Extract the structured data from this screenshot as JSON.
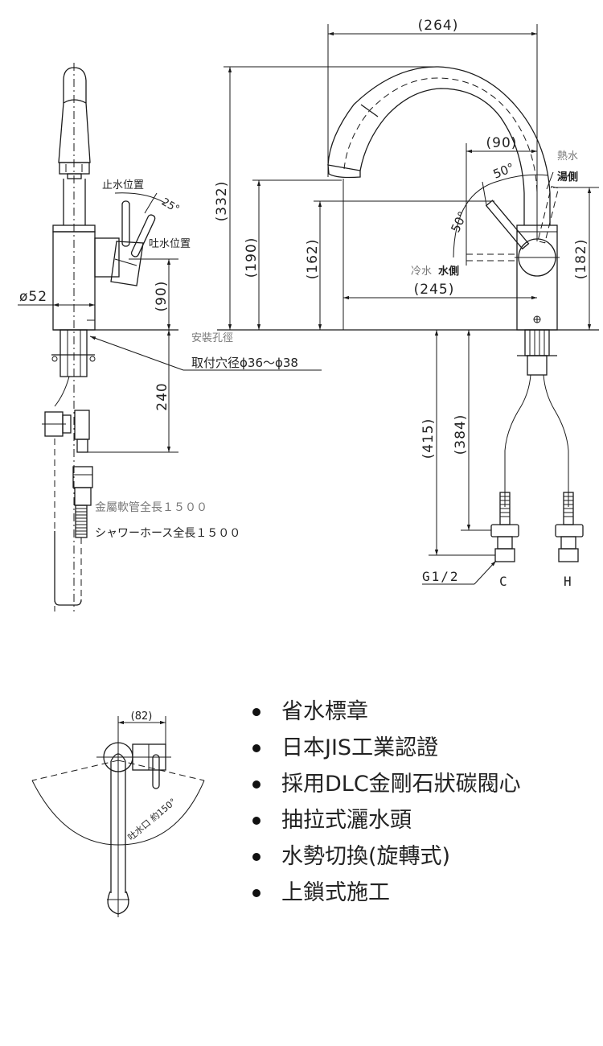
{
  "side_view": {
    "label_stop_position": "止水位置",
    "label_spout_position": "吐水位置",
    "lever_angle": "25°",
    "dim_body_diameter": "ø52",
    "dim_lever_height": "(90)",
    "dim_supply_length": "240",
    "label_mount_hole_gray": "安裝孔徑",
    "label_mount_hole": "取付穴径ϕ36～ϕ38",
    "label_hose_gray": "金屬軟管全長１５００",
    "label_hose": "シャワーホース全長１５００"
  },
  "front_view": {
    "dim_total_height": "(332)",
    "dim_spout_height": "(190)",
    "dim_lever_top_height": "(162)",
    "dim_reach": "(264)",
    "dim_spout_reach": "(245)",
    "dim_lever_offset": "(90)",
    "dim_hot_lever_height": "(182)",
    "angle_upper": "50°",
    "angle_lower": "50°",
    "label_hot_gray": "熱水",
    "label_hot": "湯側",
    "label_cold_gray": "冷水",
    "label_cold": "水側",
    "dim_pipe_415": "(415)",
    "dim_pipe_384": "(384)",
    "label_thread": "G1/2",
    "label_cold_inlet": "C",
    "label_hot_inlet": "H"
  },
  "top_view": {
    "dim_width": "(82)",
    "label_swing": "吐水口 約150°"
  },
  "features": [
    "省水標章",
    "日本JIS工業認證",
    "採用DLC金剛石狀碳閥心",
    "抽拉式灑水頭",
    "水勢切換(旋轉式)",
    "上鎖式施工"
  ]
}
